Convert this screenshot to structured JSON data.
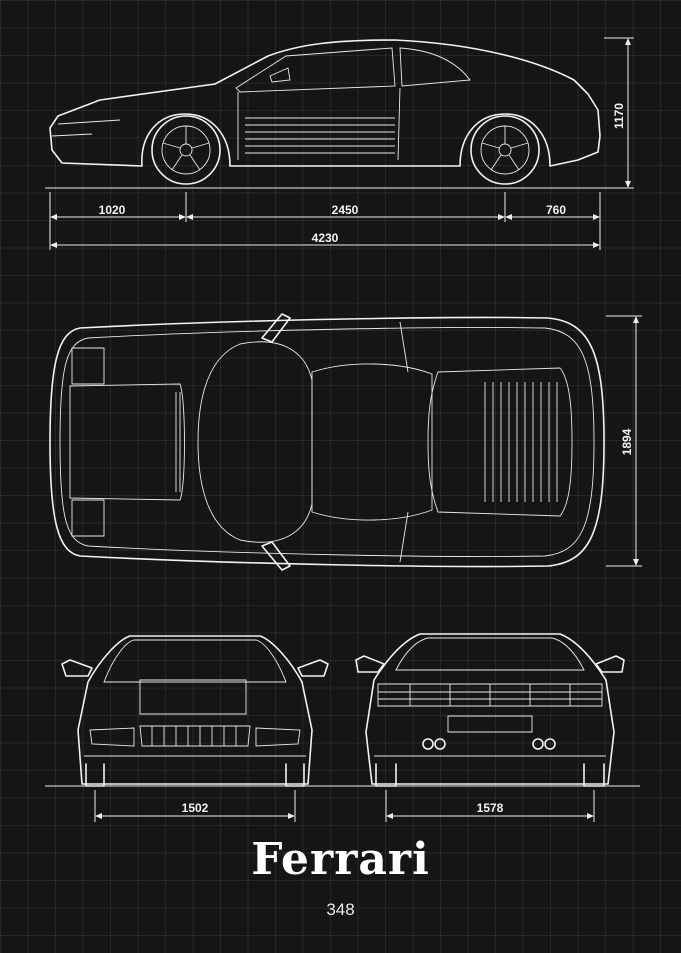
{
  "brand": "Ferrari",
  "model": "348",
  "dimensions": {
    "front_overhang": "1020",
    "wheelbase": "2450",
    "rear_overhang": "760",
    "length": "4230",
    "height": "1170",
    "width": "1894",
    "front_track": "1502",
    "rear_track": "1578"
  },
  "colors": {
    "background": "#151515",
    "line": "#f2f2f2"
  }
}
